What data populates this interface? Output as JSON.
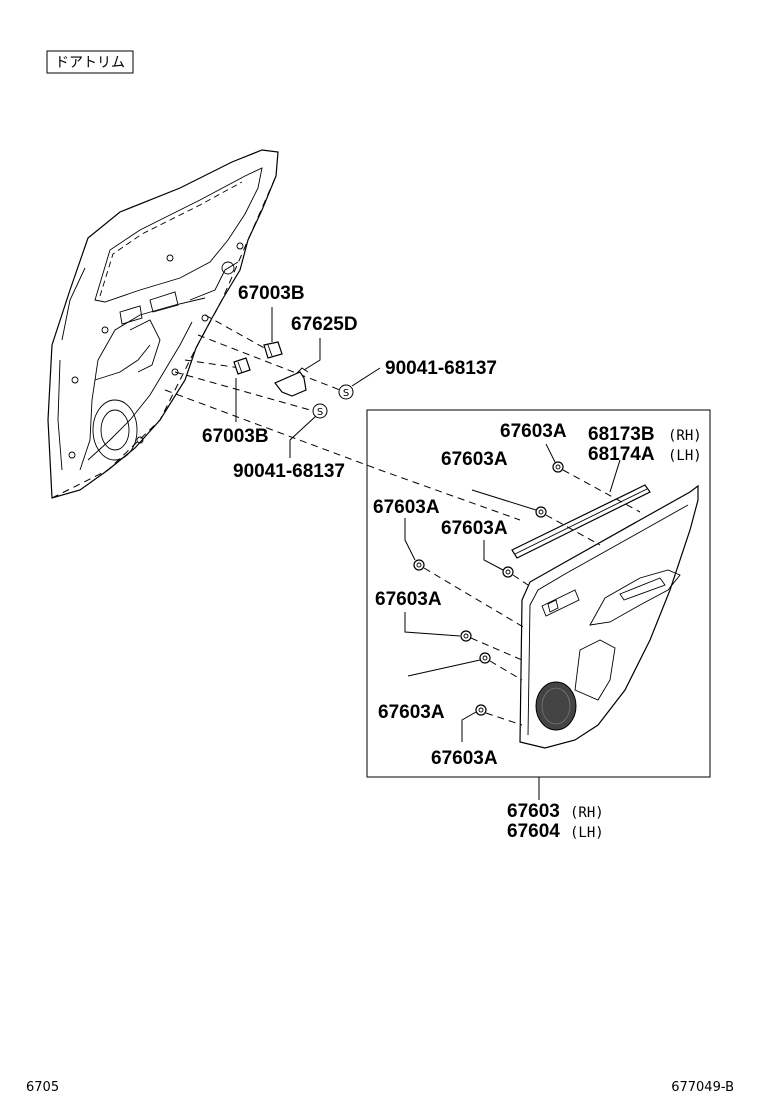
{
  "header": {
    "section_title": "ドアトリム"
  },
  "labels": {
    "l1": "67003B",
    "l2": "67625D",
    "l3": "90041-68137",
    "l4": "67003B",
    "l5": "90041-68137",
    "l6": "67603A",
    "l7": "68173B",
    "l7s": "(RH)",
    "l8": "68174A",
    "l8s": "(LH)",
    "l9": "67603A",
    "l10": "67603A",
    "l11": "67603A",
    "l12": "67603A",
    "l13": "67603A",
    "l14": "67603A",
    "l15": "67603",
    "l15s": "(RH)",
    "l16": "67604",
    "l16s": "(LH)"
  },
  "footer": {
    "page_no": "6705",
    "figure_id": "677049-B"
  }
}
